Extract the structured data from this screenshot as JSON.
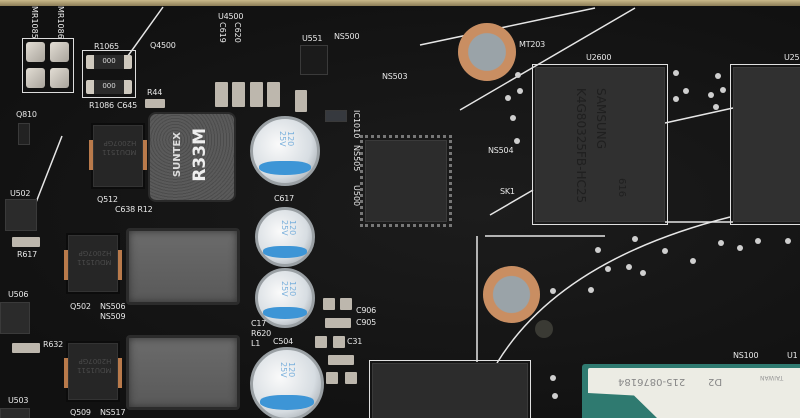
{
  "labels": {
    "mr1085": "MR1085",
    "mr1086": "MR1086",
    "r1065": "R1065",
    "r1086": "R1086",
    "c645": "C645",
    "r44": "R44",
    "q4500": "Q4500",
    "u4500": "U4500",
    "c619": "C619",
    "c620": "C620",
    "u551": "U551",
    "ns500": "NS500",
    "ns503": "NS503",
    "q810": "Q810",
    "q512": "Q512",
    "u502": "U502",
    "r617": "R617",
    "u506": "U506",
    "r632": "R632",
    "u503": "U503",
    "q502": "Q502",
    "ns506": "NS506",
    "ns509": "NS509",
    "q509": "Q509",
    "ns517": "NS517",
    "c638r12": "C638 R12",
    "c617": "C617",
    "c906": "C906",
    "c905": "C905",
    "c17": "C17",
    "r620": "R620",
    "l1": "L1",
    "c504": "C504",
    "c31": "C31",
    "ns504": "NS504",
    "sk1": "SK1",
    "u2600": "U2600",
    "u25": "U25",
    "mt203": "MT203",
    "ns100": "NS100",
    "u1": "U1",
    "ns505": "NS505",
    "u500": "U500",
    "ic1010": "IC1010"
  },
  "resistor_marking": "000",
  "inductor": {
    "brand": "SUNTEX",
    "value": "R33M"
  },
  "mosfet_marking": {
    "line1": "MDU1511",
    "line2": "H2007GP"
  },
  "capacitor_marking": {
    "line1": "120",
    "line2": "25V"
  },
  "memory": {
    "brand": "SAMSUNG",
    "part": "K4G80325FB-HC25",
    "code": "616"
  },
  "gpu": {
    "part": "215-0876184",
    "rev": "D2",
    "origin": "TAIWAN"
  },
  "colors": {
    "pcb": "#131313",
    "silkscreen": "#e8e8e8",
    "copper": "#c98e62",
    "cap_band": "#3d95d6",
    "gpu_substrate": "#2f7a70"
  }
}
